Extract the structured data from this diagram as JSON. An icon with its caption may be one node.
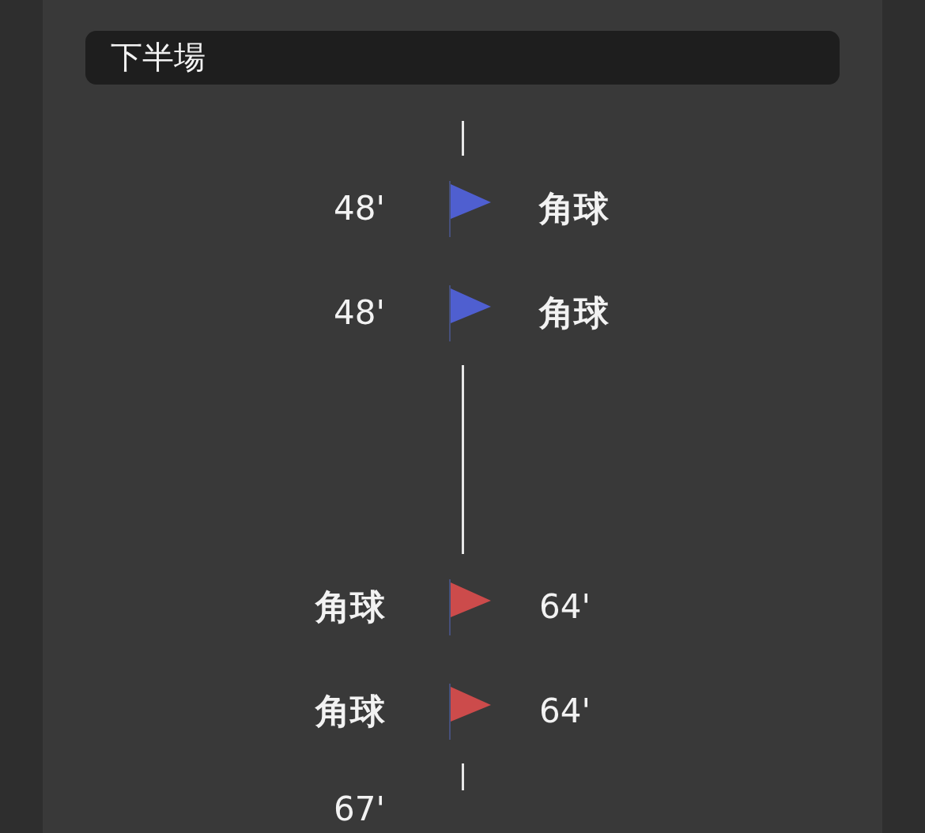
{
  "diagram": {
    "nodes": [
      {
        "text": [
          "下半場"
        ]
      }
    ],
    "labels": [
      "48'",
      "角球",
      "48'",
      "角球",
      "角球",
      "64'",
      "角球",
      "64'",
      "67'"
    ]
  }
}
